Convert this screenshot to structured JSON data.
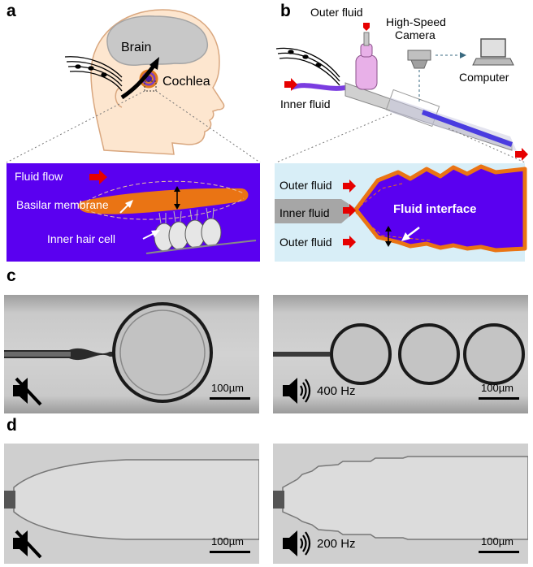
{
  "panel_labels": {
    "a": "a",
    "b": "b",
    "c": "c",
    "d": "d"
  },
  "panel_a": {
    "brain": "Brain",
    "cochlea": "Cochlea",
    "fluid_flow": "Fluid flow",
    "basilar_membrane": "Basilar membrane",
    "inner_hair_cell": "Inner hair cell"
  },
  "panel_b": {
    "outer_fluid_top": "Outer fluid",
    "high_speed": "High-Speed",
    "camera": "Camera",
    "computer": "Computer",
    "inner_fluid": "Inner fluid",
    "outer_fluid_1": "Outer fluid",
    "inner_fluid_2": "Inner fluid",
    "outer_fluid_2": "Outer fluid",
    "fluid_interface": "Fluid interface"
  },
  "panel_c": {
    "scale_left": "100µm",
    "scale_right": "100µm",
    "freq": "400 Hz"
  },
  "panel_d": {
    "scale_left": "100µm",
    "scale_right": "100µm",
    "freq": "200 Hz"
  },
  "colors": {
    "fluid_blue": "#5a00f0",
    "membrane_orange": "#ea7414",
    "arrow_red": "#e60000",
    "light_blue": "#d8eef7",
    "skin": "#fde6cf"
  },
  "icons": [
    "music-notes-icon",
    "speaker-muted-icon",
    "speaker-sound-icon",
    "camera-icon",
    "laptop-icon"
  ]
}
